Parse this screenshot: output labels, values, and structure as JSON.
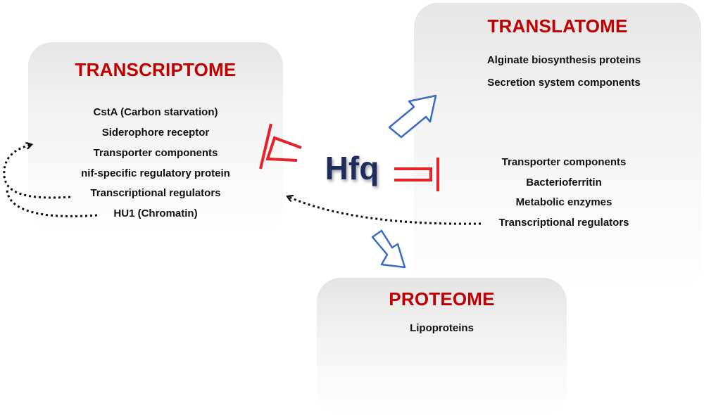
{
  "center": {
    "label": "Hfq"
  },
  "transcriptome": {
    "title": "TRANSCRIPTOME",
    "items": [
      "CstA (Carbon starvation)",
      "Siderophore receptor",
      "Transporter components",
      "nif-specific regulatory protein",
      "Transcriptional  regulators",
      "HU1 (Chromatin)"
    ]
  },
  "translatome": {
    "title": "TRANSLATOME",
    "items_top": [
      "Alginate biosynthesis proteins",
      "Secretion system components"
    ],
    "items_bottom": [
      "Transporter components",
      "Bacterioferritin",
      "Metabolic enzymes",
      "Transcriptional  regulators"
    ]
  },
  "proteome": {
    "title": "PROTEOME",
    "items": [
      "Lipoproteins"
    ]
  },
  "colors": {
    "title": "#c00000",
    "hfq": "#1f2d5c",
    "inhibition": "#e8202a",
    "activation_arrow": "#3a6bc4",
    "dotted_arrow": "#111111"
  }
}
